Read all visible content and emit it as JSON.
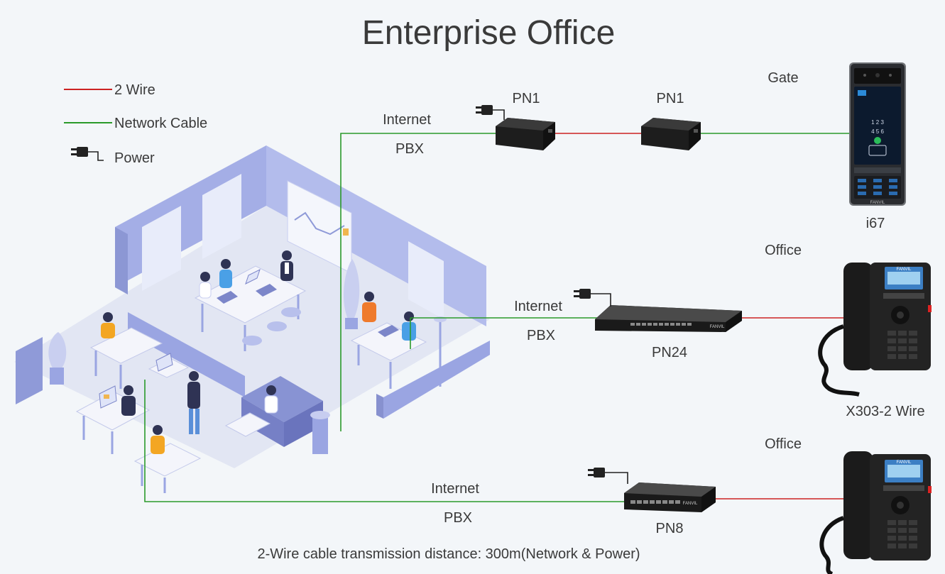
{
  "title": "Enterprise Office",
  "legend": {
    "two_wire": "2 Wire",
    "network_cable": "Network Cable",
    "power": "Power"
  },
  "colors": {
    "two_wire": "#cc2222",
    "network_cable": "#2a9a2a",
    "background": "#f3f6f9",
    "office_wall": "#a4aee6",
    "office_floor": "#e2e6f3"
  },
  "links": {
    "gate_internet": "Internet",
    "gate_pbx": "PBX",
    "pn24_internet": "Internet",
    "pn24_pbx": "PBX",
    "pn8_internet": "Internet",
    "pn8_pbx": "PBX"
  },
  "devices": {
    "pn1_left": "PN1",
    "pn1_right": "PN1",
    "pn24": "PN24",
    "pn8": "PN8",
    "gate_area": "Gate",
    "gate_device": "i67",
    "office_area_1": "Office",
    "phone_1": "X303-2 Wire",
    "office_area_2": "Office",
    "device_brand": "FANVIL"
  },
  "footer": "2-Wire cable transmission distance: 300m(Network & Power)"
}
